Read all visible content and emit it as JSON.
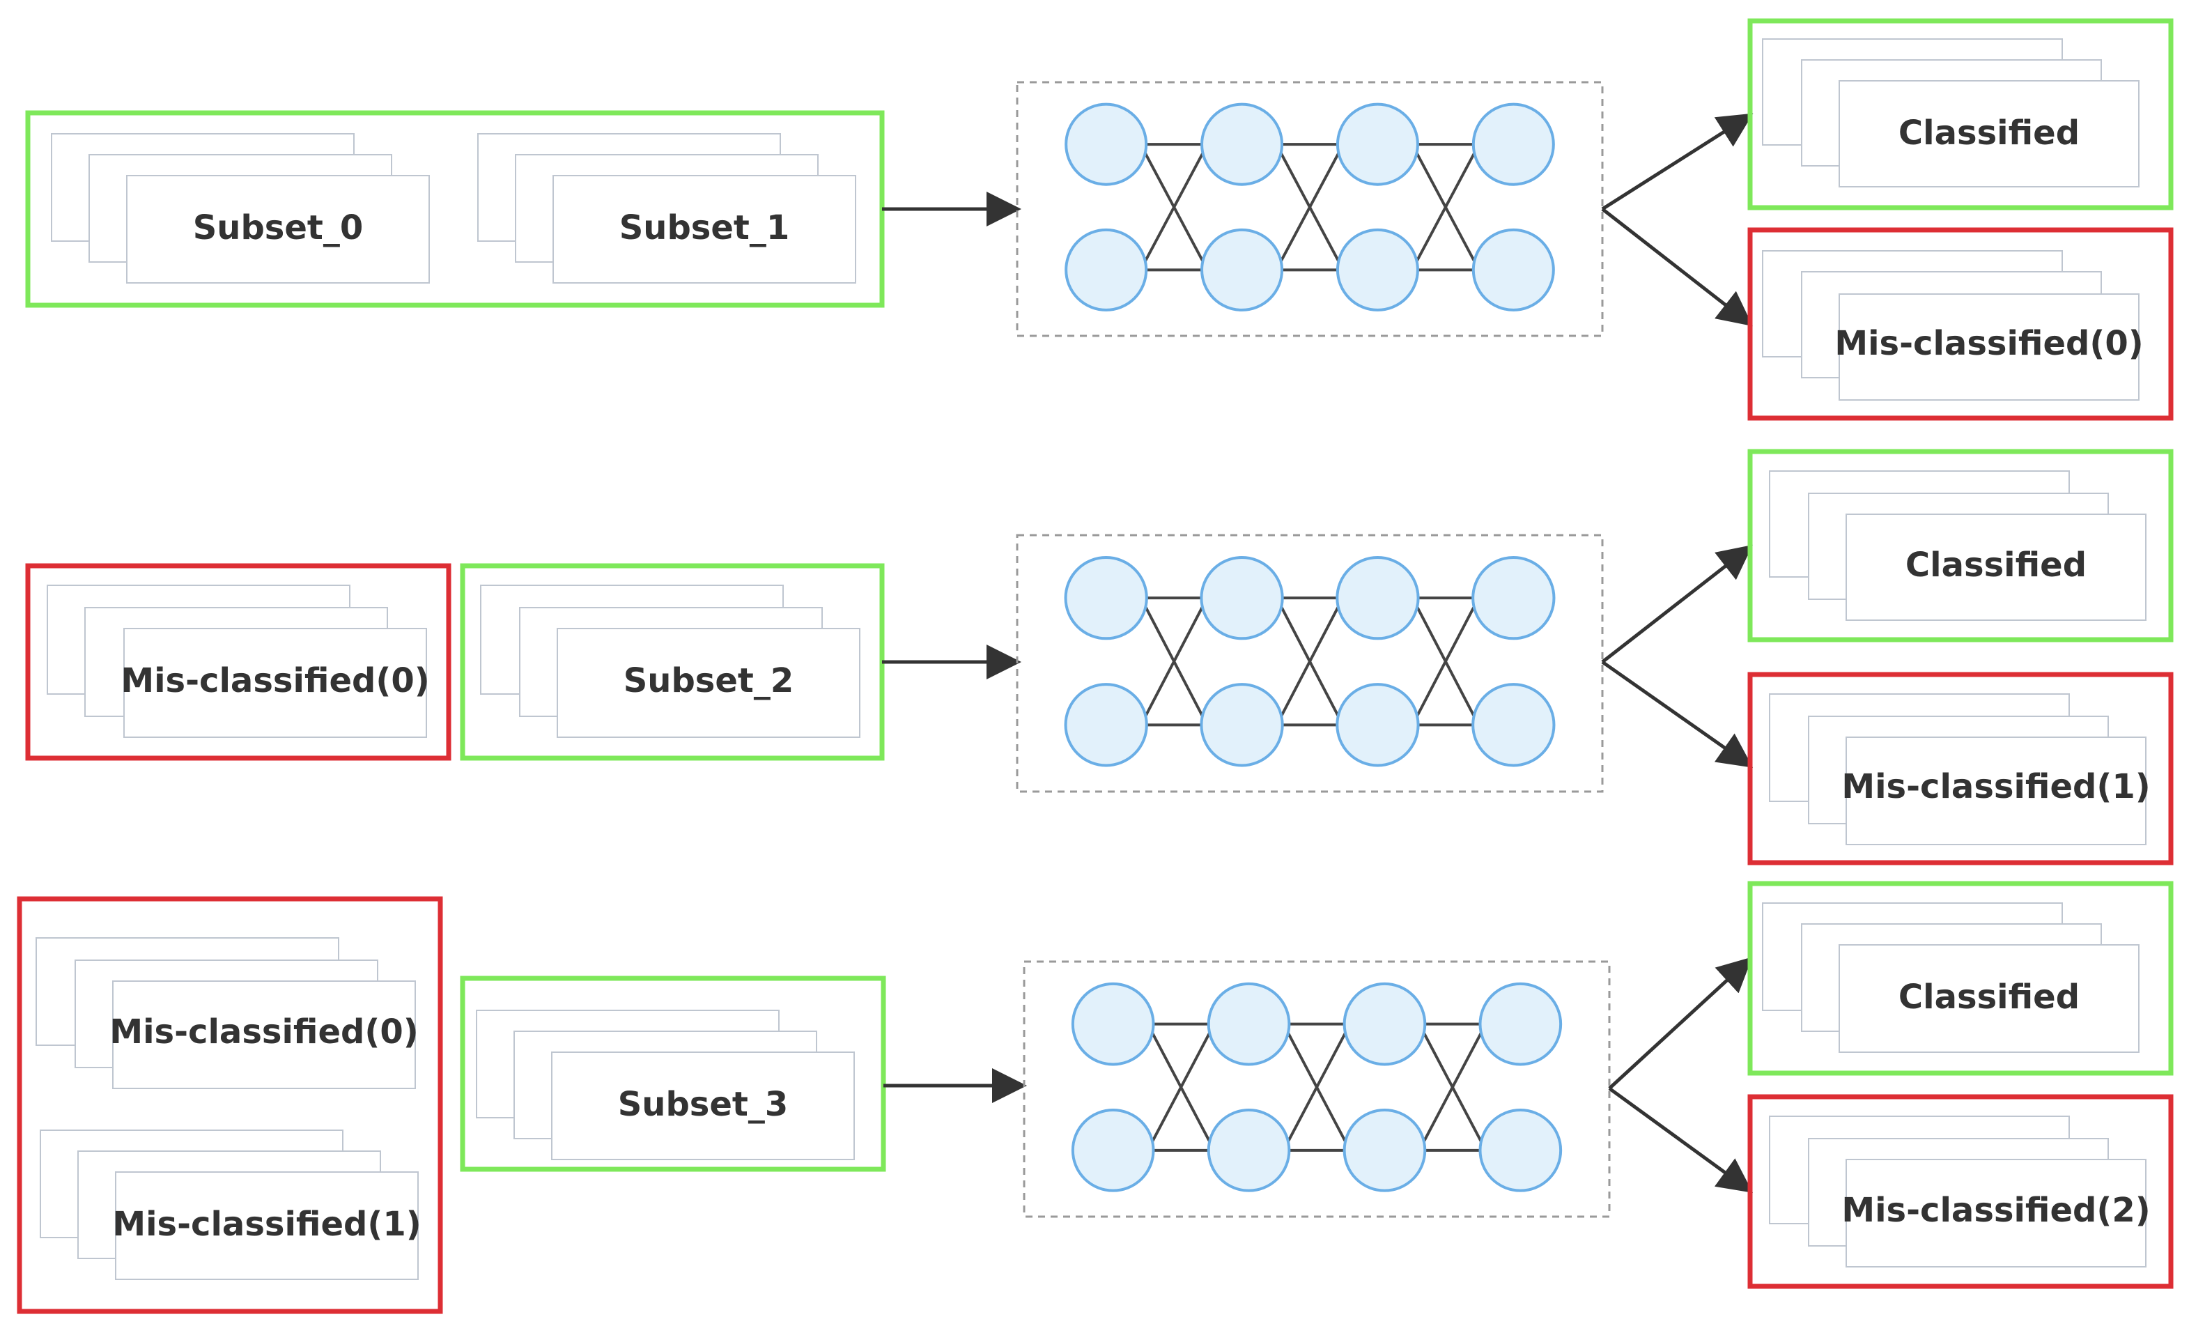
{
  "colors": {
    "accepted": "#7ee85a",
    "rejected": "#dd2e34",
    "neuron_fill": "#e2f1fb",
    "neuron_stroke": "#6aaee6",
    "connector": "#444444",
    "arrow": "#333333",
    "network_border": "#9a9a9a",
    "card_border": "#bfc6d0"
  },
  "stages": [
    {
      "inputs": [
        {
          "kind": "accepted",
          "items": [
            "Subset_0",
            "Subset_1"
          ]
        }
      ],
      "outputs": [
        {
          "kind": "accepted",
          "label": "Classified"
        },
        {
          "kind": "rejected",
          "label": "Mis-classified(0)"
        }
      ]
    },
    {
      "inputs": [
        {
          "kind": "rejected",
          "items": [
            "Mis-classified(0)"
          ]
        },
        {
          "kind": "accepted",
          "items": [
            "Subset_2"
          ]
        }
      ],
      "outputs": [
        {
          "kind": "accepted",
          "label": "Classified"
        },
        {
          "kind": "rejected",
          "label": "Mis-classified(1)"
        }
      ]
    },
    {
      "inputs": [
        {
          "kind": "rejected",
          "items": [
            "Mis-classified(0)",
            "Mis-classified(1)"
          ]
        },
        {
          "kind": "accepted",
          "items": [
            "Subset_3"
          ]
        }
      ],
      "outputs": [
        {
          "kind": "accepted",
          "label": "Classified"
        },
        {
          "kind": "rejected",
          "label": "Mis-classified(2)"
        }
      ]
    }
  ]
}
